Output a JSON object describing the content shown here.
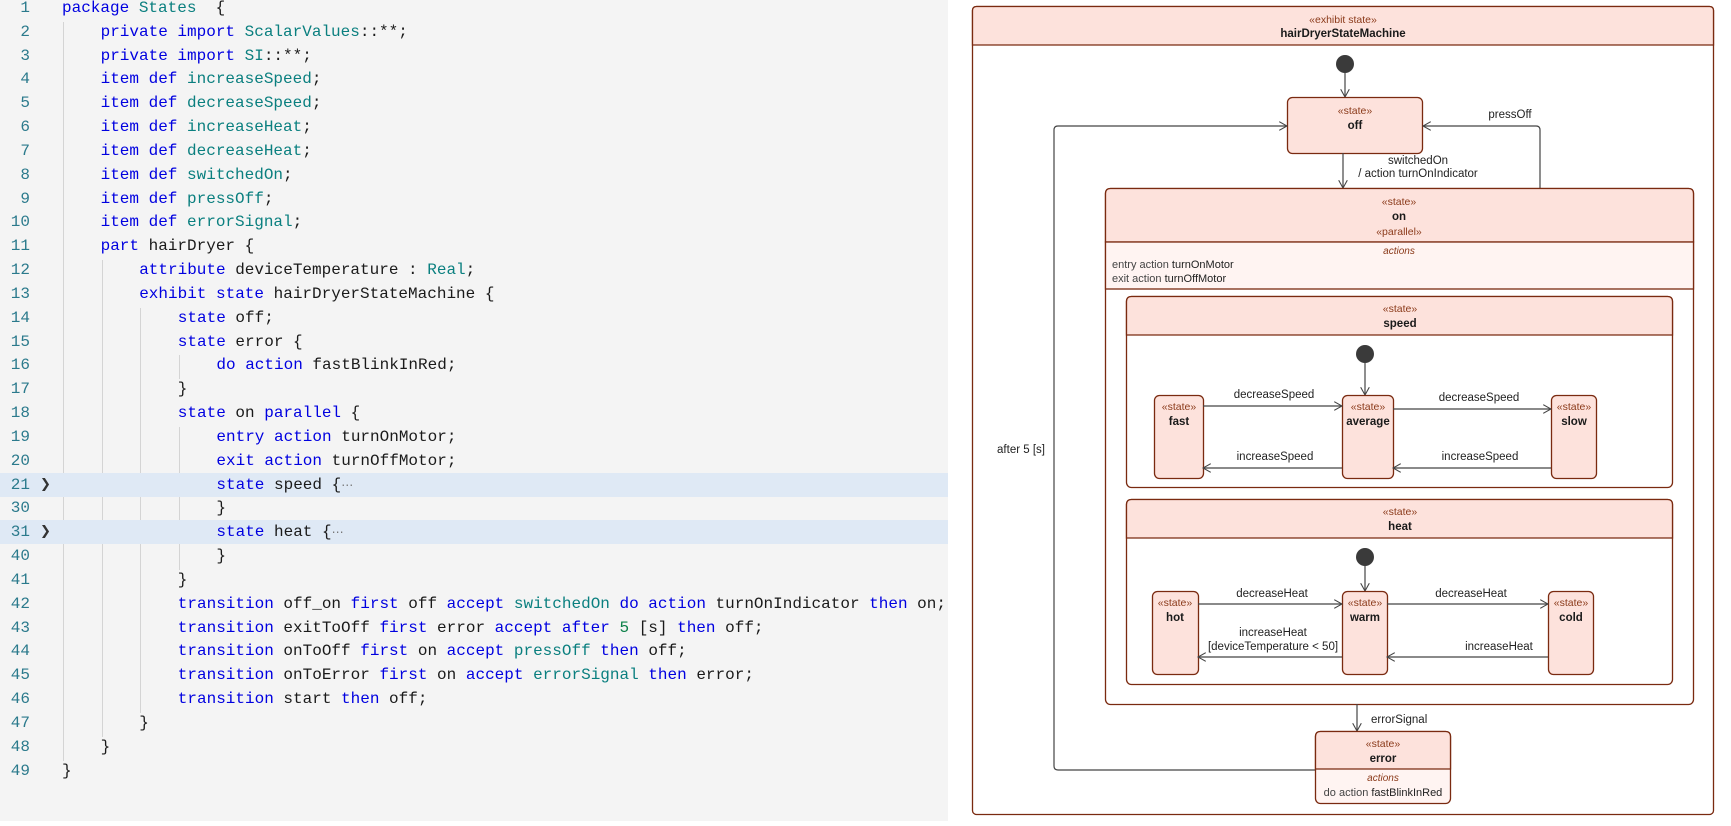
{
  "editor": {
    "lines": [
      {
        "num": "1",
        "indent": 0,
        "tokens": [
          [
            "kw",
            "package "
          ],
          [
            "ty",
            "States"
          ],
          [
            "",
            "  {"
          ]
        ]
      },
      {
        "num": "2",
        "indent": 1,
        "tokens": [
          [
            "kw",
            "private import "
          ],
          [
            "ty",
            "ScalarValues"
          ],
          [
            "",
            "::**;"
          ]
        ]
      },
      {
        "num": "3",
        "indent": 1,
        "tokens": [
          [
            "kw",
            "private import "
          ],
          [
            "ty",
            "SI"
          ],
          [
            "",
            "::**;"
          ]
        ]
      },
      {
        "num": "4",
        "indent": 1,
        "tokens": [
          [
            "kw",
            "item def "
          ],
          [
            "ty",
            "increaseSpeed"
          ],
          [
            "",
            ";"
          ]
        ]
      },
      {
        "num": "5",
        "indent": 1,
        "tokens": [
          [
            "kw",
            "item def "
          ],
          [
            "ty",
            "decreaseSpeed"
          ],
          [
            "",
            ";"
          ]
        ]
      },
      {
        "num": "6",
        "indent": 1,
        "tokens": [
          [
            "kw",
            "item def "
          ],
          [
            "ty",
            "increaseHeat"
          ],
          [
            "",
            ";"
          ]
        ]
      },
      {
        "num": "7",
        "indent": 1,
        "tokens": [
          [
            "kw",
            "item def "
          ],
          [
            "ty",
            "decreaseHeat"
          ],
          [
            "",
            ";"
          ]
        ]
      },
      {
        "num": "8",
        "indent": 1,
        "tokens": [
          [
            "kw",
            "item def "
          ],
          [
            "ty",
            "switchedOn"
          ],
          [
            "",
            ";"
          ]
        ]
      },
      {
        "num": "9",
        "indent": 1,
        "tokens": [
          [
            "kw",
            "item def "
          ],
          [
            "ty",
            "pressOff"
          ],
          [
            "",
            ";"
          ]
        ]
      },
      {
        "num": "10",
        "indent": 1,
        "tokens": [
          [
            "kw",
            "item def "
          ],
          [
            "ty",
            "errorSignal"
          ],
          [
            "",
            ";"
          ]
        ]
      },
      {
        "num": "11",
        "indent": 1,
        "tokens": [
          [
            "kw",
            "part "
          ],
          [
            "",
            "hairDryer {"
          ]
        ]
      },
      {
        "num": "12",
        "indent": 2,
        "tokens": [
          [
            "kw",
            "attribute "
          ],
          [
            "",
            "deviceTemperature : "
          ],
          [
            "ty",
            "Real"
          ],
          [
            "",
            ";"
          ]
        ]
      },
      {
        "num": "13",
        "indent": 2,
        "tokens": [
          [
            "kw",
            "exhibit state "
          ],
          [
            "",
            "hairDryerStateMachine {"
          ]
        ]
      },
      {
        "num": "14",
        "indent": 3,
        "tokens": [
          [
            "kw",
            "state "
          ],
          [
            "",
            "off;"
          ]
        ]
      },
      {
        "num": "15",
        "indent": 3,
        "tokens": [
          [
            "kw",
            "state "
          ],
          [
            "",
            "error {"
          ]
        ]
      },
      {
        "num": "16",
        "indent": 4,
        "tokens": [
          [
            "kw",
            "do action "
          ],
          [
            "",
            "fastBlinkInRed;"
          ]
        ]
      },
      {
        "num": "17",
        "indent": 3,
        "tokens": [
          [
            "",
            "}"
          ]
        ]
      },
      {
        "num": "18",
        "indent": 3,
        "tokens": [
          [
            "kw",
            "state "
          ],
          [
            "",
            "on "
          ],
          [
            "kw",
            "parallel "
          ],
          [
            "",
            "{"
          ]
        ]
      },
      {
        "num": "19",
        "indent": 4,
        "tokens": [
          [
            "kw",
            "entry action "
          ],
          [
            "",
            "turnOnMotor;"
          ]
        ]
      },
      {
        "num": "20",
        "indent": 4,
        "tokens": [
          [
            "kw",
            "exit action "
          ],
          [
            "",
            "turnOffMotor;"
          ]
        ]
      },
      {
        "num": "21",
        "indent": 4,
        "folded": true,
        "tokens": [
          [
            "kw",
            "state "
          ],
          [
            "",
            "speed {"
          ],
          [
            "ell",
            "⋯"
          ]
        ]
      },
      {
        "num": "30",
        "indent": 4,
        "tokens": [
          [
            "",
            "}"
          ]
        ]
      },
      {
        "num": "31",
        "indent": 4,
        "folded": true,
        "tokens": [
          [
            "kw",
            "state "
          ],
          [
            "",
            "heat {"
          ],
          [
            "ell",
            "⋯"
          ]
        ]
      },
      {
        "num": "40",
        "indent": 4,
        "tokens": [
          [
            "",
            "}"
          ]
        ]
      },
      {
        "num": "41",
        "indent": 3,
        "tokens": [
          [
            "",
            "}"
          ]
        ]
      },
      {
        "num": "42",
        "indent": 3,
        "tokens": [
          [
            "kw",
            "transition "
          ],
          [
            "",
            "off_on "
          ],
          [
            "kw",
            "first "
          ],
          [
            "",
            "off "
          ],
          [
            "kw",
            "accept "
          ],
          [
            "ty",
            "switchedOn "
          ],
          [
            "kw",
            "do action "
          ],
          [
            "",
            "turnOnIndicator "
          ],
          [
            "kw",
            "then "
          ],
          [
            "",
            "on;"
          ]
        ]
      },
      {
        "num": "43",
        "indent": 3,
        "tokens": [
          [
            "kw",
            "transition "
          ],
          [
            "",
            "exitToOff "
          ],
          [
            "kw",
            "first "
          ],
          [
            "",
            "error "
          ],
          [
            "kw",
            "accept after "
          ],
          [
            "num",
            "5 "
          ],
          [
            "",
            "[s] "
          ],
          [
            "kw",
            "then "
          ],
          [
            "",
            "off;"
          ]
        ]
      },
      {
        "num": "44",
        "indent": 3,
        "tokens": [
          [
            "kw",
            "transition "
          ],
          [
            "",
            "onToOff "
          ],
          [
            "kw",
            "first "
          ],
          [
            "",
            "on "
          ],
          [
            "kw",
            "accept "
          ],
          [
            "ty",
            "pressOff "
          ],
          [
            "kw",
            "then "
          ],
          [
            "",
            "off;"
          ]
        ]
      },
      {
        "num": "45",
        "indent": 3,
        "tokens": [
          [
            "kw",
            "transition "
          ],
          [
            "",
            "onToError "
          ],
          [
            "kw",
            "first "
          ],
          [
            "",
            "on "
          ],
          [
            "kw",
            "accept "
          ],
          [
            "ty",
            "errorSignal "
          ],
          [
            "kw",
            "then "
          ],
          [
            "",
            "error;"
          ]
        ]
      },
      {
        "num": "46",
        "indent": 3,
        "tokens": [
          [
            "kw",
            "transition "
          ],
          [
            "",
            "start "
          ],
          [
            "kw",
            "then "
          ],
          [
            "",
            "off;"
          ]
        ]
      },
      {
        "num": "47",
        "indent": 2,
        "tokens": [
          [
            "",
            "}"
          ]
        ]
      },
      {
        "num": "48",
        "indent": 1,
        "tokens": [
          [
            "",
            "}"
          ]
        ]
      },
      {
        "num": "49",
        "indent": 0,
        "tokens": [
          [
            "",
            "}"
          ]
        ]
      }
    ],
    "fold_icon": "chevron-right-icon",
    "colors": {
      "keyword": "#0000e0",
      "type": "#0a7f7f",
      "number": "#0a7f47",
      "line_number": "#2b7a8c",
      "highlight": "#dfe9f5"
    }
  },
  "diagram": {
    "colors": {
      "border": "#7a2a10",
      "header_fill": "#fde2dc",
      "body_fill": "#ffffff",
      "actions_fill": "#fff4f2",
      "edge": "#444444",
      "initial": "#3a3a3a"
    },
    "root": {
      "stereotype": "«exhibit state»",
      "name": "hairDryerStateMachine"
    },
    "states": {
      "off": {
        "stereotype": "«state»",
        "name": "off"
      },
      "on": {
        "stereotype": "«state»",
        "name": "on",
        "stereotype2": "«parallel»",
        "actions_label": "actions",
        "entry_kw": "entry action ",
        "entry": "turnOnMotor",
        "exit_kw": "exit action ",
        "exit": "turnOffMotor"
      },
      "speed": {
        "stereotype": "«state»",
        "name": "speed"
      },
      "fast": {
        "stereotype": "«state»",
        "name": "fast"
      },
      "average": {
        "stereotype": "«state»",
        "name": "average"
      },
      "slow": {
        "stereotype": "«state»",
        "name": "slow"
      },
      "heat": {
        "stereotype": "«state»",
        "name": "heat"
      },
      "hot": {
        "stereotype": "«state»",
        "name": "hot"
      },
      "warm": {
        "stereotype": "«state»",
        "name": "warm"
      },
      "cold": {
        "stereotype": "«state»",
        "name": "cold"
      },
      "error": {
        "stereotype": "«state»",
        "name": "error",
        "actions_label": "actions",
        "do_kw": "do action ",
        "do": "fastBlinkInRed"
      }
    },
    "transitions": {
      "switched_on_1": "switchedOn",
      "switched_on_2": "/ action turnOnIndicator",
      "press_off": "pressOff",
      "after": "after 5 [s]",
      "error_signal": "errorSignal",
      "fast_avg": "decreaseSpeed",
      "avg_slow": "decreaseSpeed",
      "avg_fast": "increaseSpeed",
      "slow_avg": "increaseSpeed",
      "hot_warm": "decreaseHeat",
      "warm_cold": "decreaseHeat",
      "warm_hot_1": "increaseHeat",
      "warm_hot_2": "[deviceTemperature < 50]",
      "cold_warm": "increaseHeat"
    }
  }
}
